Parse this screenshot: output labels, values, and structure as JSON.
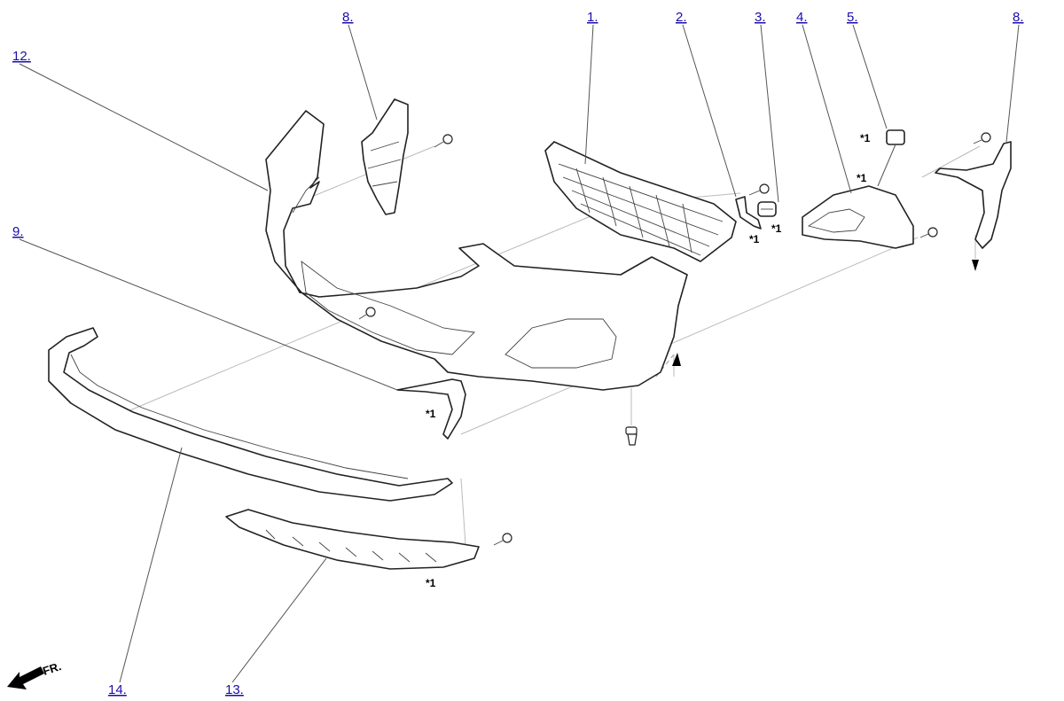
{
  "callouts": {
    "c1": "1.",
    "c2": "2.",
    "c3": "3.",
    "c4": "4.",
    "c5": "5.",
    "c8_left": "8.",
    "c8_right": "8.",
    "c9": "9.",
    "c12": "12.",
    "c13": "13.",
    "c14": "14."
  },
  "notes": {
    "n1": "*1",
    "n2": "*1",
    "n3": "*1",
    "n4": "*1",
    "n5": "*1",
    "n6": "*1"
  },
  "front_indicator": "FR."
}
